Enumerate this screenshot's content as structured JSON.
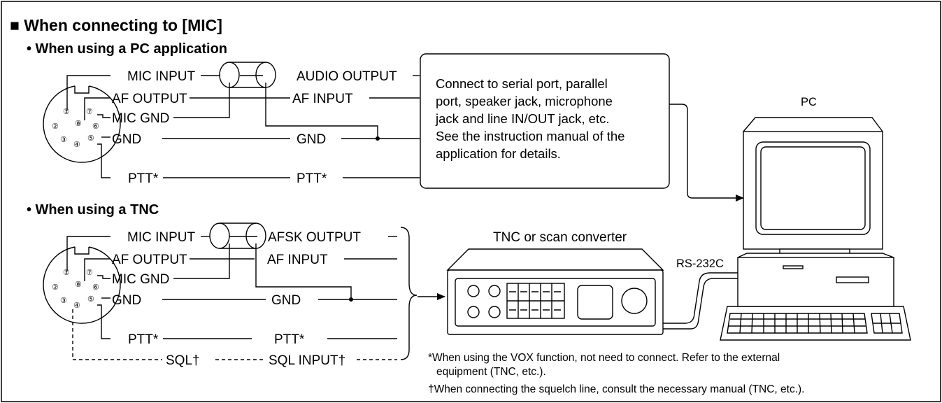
{
  "section_title": "■ When connecting to [MIC]",
  "pc": {
    "subtitle": "• When using a PC application",
    "left_labels": [
      "MIC INPUT",
      "AF OUTPUT",
      "MIC GND",
      "GND",
      "PTT*"
    ],
    "right_labels": [
      "AUDIO OUTPUT",
      "AF INPUT",
      "GND",
      "PTT*"
    ],
    "box_lines": [
      "Connect to serial port, parallel",
      "port, speaker jack, microphone",
      "jack and line IN/OUT jack, etc.",
      "See the instruction manual of the",
      "application for details."
    ],
    "pc_label": "PC"
  },
  "tnc": {
    "subtitle": "• When using a TNC",
    "left_labels": [
      "MIC INPUT",
      "AF OUTPUT",
      "MIC GND",
      "GND",
      "PTT*",
      "SQL†"
    ],
    "right_labels": [
      "AFSK OUTPUT",
      "AF INPUT",
      "GND",
      "PTT*",
      "SQL INPUT†"
    ],
    "device_label": "TNC or scan converter",
    "cable_label": "RS-232C"
  },
  "connector_pins": [
    "①",
    "②",
    "③",
    "④",
    "⑤",
    "⑥",
    "⑦",
    "⑧"
  ],
  "notes": [
    "*When using the VOX function, not need to connect. Refer to the external",
    "equipment (TNC, etc.).",
    "†When connecting the squelch line, consult the necessary manual (TNC, etc.)."
  ]
}
